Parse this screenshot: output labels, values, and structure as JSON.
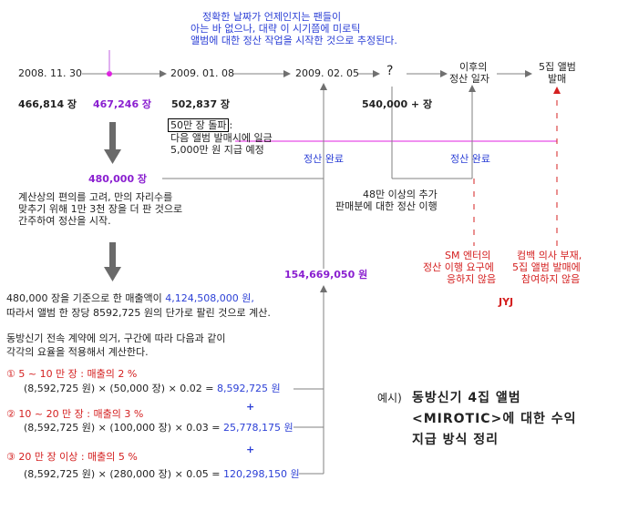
{
  "note_top": [
    "정확한 날짜가 언제인지는 팬들이",
    "아는 바 없으나, 대략 이 시기쯤에 미로틱",
    "앨범에 대한 정산 작업을 시작한 것으로 추정된다."
  ],
  "timeline": {
    "dates": [
      "2008. 11. 30",
      "2009. 01. 08",
      "2009. 02. 05",
      "?"
    ],
    "later_label": [
      "이후의",
      "정산 일자"
    ],
    "fifth_album": [
      "5집 앨범",
      "발매"
    ]
  },
  "sales": {
    "s1": "466,814 장",
    "s2": "467,246 장",
    "s3": "502,837 장",
    "s4": "540,000 + 장",
    "adjusted": "480,000 장"
  },
  "bonus": {
    "highlight": "50만 장 돌파",
    "colon": ":",
    "line1": "다음 앨범 발매시에 일금",
    "line2": "5,000만 원 지급 예정"
  },
  "settle_done_1": "정산 완료",
  "settle_done_2": "정산 완료",
  "defer_note": [
    "48만 이상의 추가",
    "판매분에 대한 정산 이행"
  ],
  "calc_note": [
    "계산상의 편의를 고려, 만의 자리수를",
    "맞추기 위해 1만 3천 장을 더 판 것으로",
    "간주하여 정산을 시작."
  ],
  "sm_note": [
    "SM 엔터의",
    "정산 이행 요구에",
    "응하지 않음"
  ],
  "jyj_note": [
    "컴백 의사 부재,",
    "5집 앨범 발매에",
    "참여하지 않음"
  ],
  "jyj_label": "JYJ",
  "total": "154,669,050 원",
  "revenue": {
    "line1_prefix": "480,000 장을 기준으로 한 매출액이 ",
    "line1_value": "4,124,508,000 원,",
    "line2": "따라서 앨범 한 장당 8592,725 원의 단가로 팔린 것으로 계산."
  },
  "contract": [
    "동방신기 전속 계약에 의거, 구간에 따라 다음과 같이",
    "각각의 요율을 적용해서 계산한다."
  ],
  "tiers": [
    {
      "label": "① 5 ~ 10 만 장 : 매출의 2 %",
      "formula": "(8,592,725 원) × (50,000 장) × 0.02  =  ",
      "result": "8,592,725 원"
    },
    {
      "label": "② 10 ~ 20 만 장 : 매출의 3 %",
      "formula": "(8,592,725 원) × (100,000 장) × 0.03  =  ",
      "result": "25,778,175 원"
    },
    {
      "label": "③ 20 만 장 이상 : 매출의 5 %",
      "formula": "(8,592,725 원) × (280,000 장) × 0.05  =  ",
      "result": "120,298,150 원"
    }
  ],
  "plus": "+",
  "caption": {
    "prefix": "예시)",
    "line1": "동방신기 4집 앨범",
    "line2": "<MIROTIC>에 대한 수익",
    "line3": "지급 방식 정리"
  },
  "colors": {
    "blue": "#2b3fd6",
    "purple": "#8a1fd0",
    "red": "#d42020",
    "magenta": "#e020e0",
    "arrow_gray": "#6a6a6a",
    "line_gray": "#808080"
  }
}
